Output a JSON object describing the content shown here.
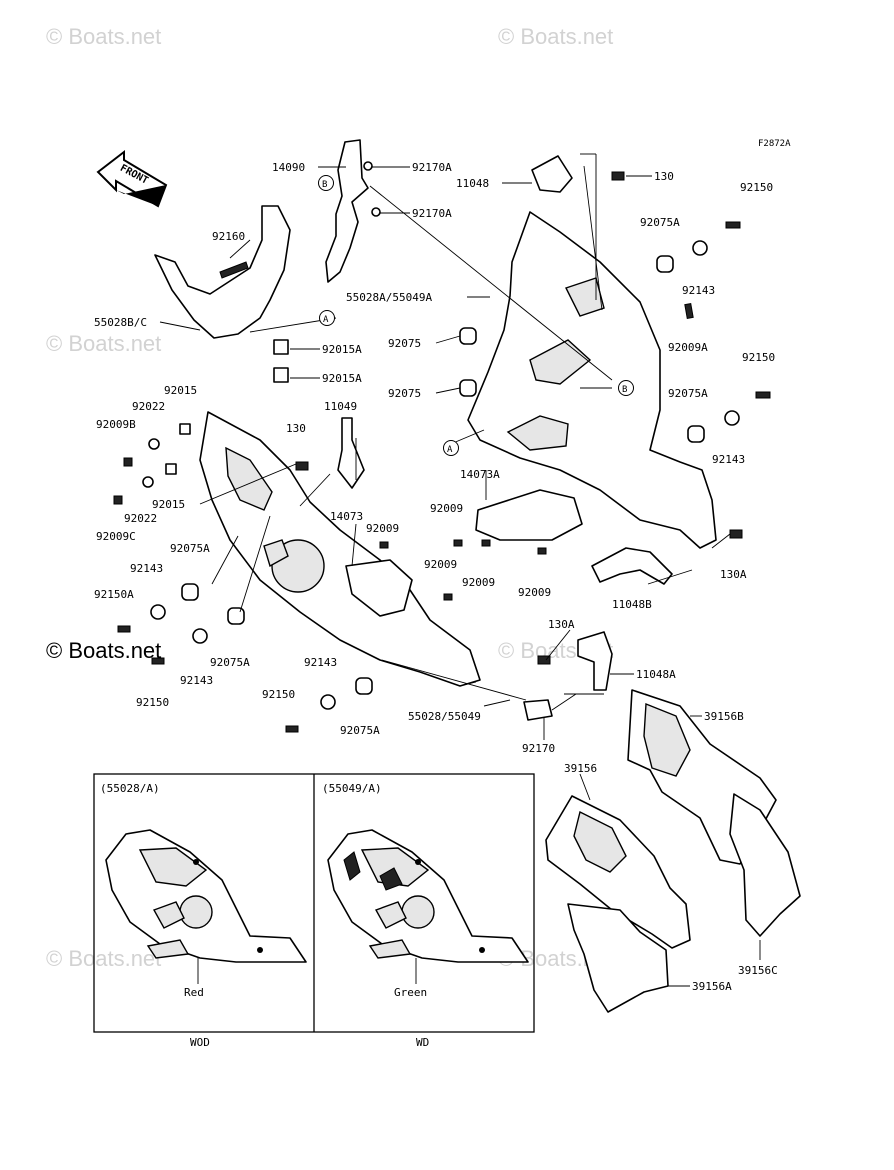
{
  "watermark": "© Boats.net",
  "diagram_code": "F2872A",
  "front_label": "FRONT",
  "callouts": {
    "A": "A",
    "B": "B"
  },
  "parts": {
    "p14090": "14090",
    "p92170A_1": "92170A",
    "p92170A_2": "92170A",
    "p11048": "11048",
    "p130": "130",
    "p92150_a": "92150",
    "p92160": "92160",
    "p92075A_a": "92075A",
    "p92143_a": "92143",
    "p55028A_55049A": "55028A/55049A",
    "p55028B_C": "55028B/C",
    "p92015A_1": "92015A",
    "p92015A_2": "92015A",
    "p92075_1": "92075",
    "p92075_2": "92075",
    "p92009A": "92009A",
    "p92150_b": "92150",
    "p92075A_b": "92075A",
    "p92143_b": "92143",
    "p92015_1": "92015",
    "p92022_1": "92022",
    "p92009B": "92009B",
    "p130_b": "130",
    "p11049": "11049",
    "p14073A": "14073A",
    "p92015_2": "92015",
    "p92022_2": "92022",
    "p92009C": "92009C",
    "p92009_1": "92009",
    "p14073": "14073",
    "p92009_2": "92009",
    "p92075A_c": "92075A",
    "p92009_3": "92009",
    "p92009_4": "92009",
    "p92009_5": "92009",
    "p92143_c": "92143",
    "p11048B": "11048B",
    "p130A_a": "130A",
    "p92150A": "92150A",
    "p130A_b": "130A",
    "p92075A_d": "92075A",
    "p92143_d": "92143",
    "p11048A": "11048A",
    "p92150_c": "92150",
    "p92143_e": "92143",
    "p39156B": "39156B",
    "p92150_d": "92150",
    "p92075A_e": "92075A",
    "p55028_55049": "55028/55049",
    "p92170": "92170",
    "p39156": "39156",
    "p39156C": "39156C",
    "p39156A": "39156A"
  },
  "inset": {
    "left_header": "(55028/A)",
    "right_header": "(55049/A)",
    "left_color": "Red",
    "right_color": "Green",
    "left_code": "WOD",
    "right_code": "WD"
  }
}
